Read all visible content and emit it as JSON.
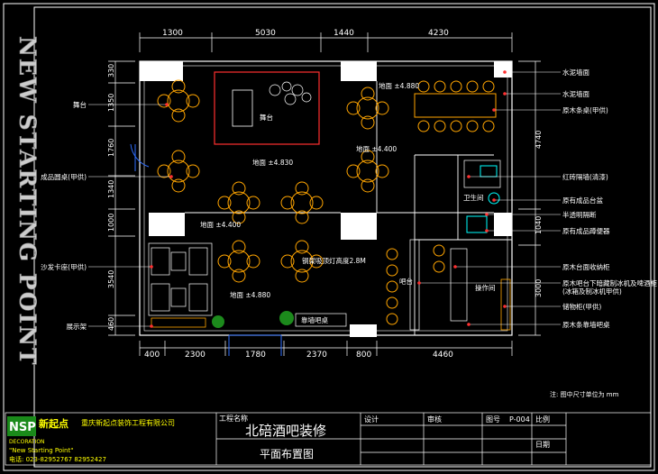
{
  "brand": {
    "vertical_text": "NEW STARTING POINT",
    "logo_letters": "NSP",
    "logo_cn": "新起点",
    "logo_en": "DECORATION",
    "company": "重庆新起点装饰工程有限公司",
    "slogan": "\"New Starting Point\"",
    "footer_line": "电话: 023-82952767 82952427"
  },
  "dimensions": {
    "top": [
      "1300",
      "5030",
      "1440",
      "4230"
    ],
    "bottom": [
      "400",
      "2300",
      "1780",
      "2370",
      "800",
      "4460"
    ],
    "left": [
      "330",
      "1350",
      "1760",
      "1340",
      "1000",
      "3540",
      "460"
    ],
    "right": [
      "4740",
      "1040",
      "3000"
    ]
  },
  "labels_left": [
    "舞台",
    "成品圆桌(甲供)",
    "沙发卡座(甲供)",
    "展示架"
  ],
  "labels_right": [
    "水泥墙面",
    "水泥墙面",
    "原木条桌(甲供)",
    "红砖隔墙(清漆)",
    "原有成品台盆",
    "半透明隔断",
    "原有成品蹲便器",
    "原木台面收纳柜",
    "原木吧台下暗藏制冰机及啤酒柜(冰箱及制冰机甲供)",
    "储物柜(甲供)",
    "原木条靠墙吧桌"
  ],
  "room_labels": {
    "stage": "舞台",
    "wc": "卫生间",
    "kitchen": "操作间",
    "bar": "吧台",
    "bar_table": "靠墙吧桌",
    "floor_1": "地面",
    "floor_2": "地面",
    "floor_3": "地面",
    "floor_4": "地面",
    "floor_5": "地面",
    "elev_1": "±4.880",
    "elev_2": "±4.830",
    "elev_3": "±4.400",
    "elev_4": "±4.400",
    "elev_5": "±4.880",
    "paint_note": "钢架吸顶灯高度2.8M"
  },
  "title_block": {
    "project_label": "工程名称",
    "project_name": "北碚酒吧装修",
    "drawing_name": "平面布置图",
    "col_a": "设计",
    "col_b": "审核",
    "col_c": "图号",
    "code": "P-004",
    "scale_label": "比例",
    "date_label": "日期",
    "note": "注: 图中尺寸单位为 mm"
  }
}
